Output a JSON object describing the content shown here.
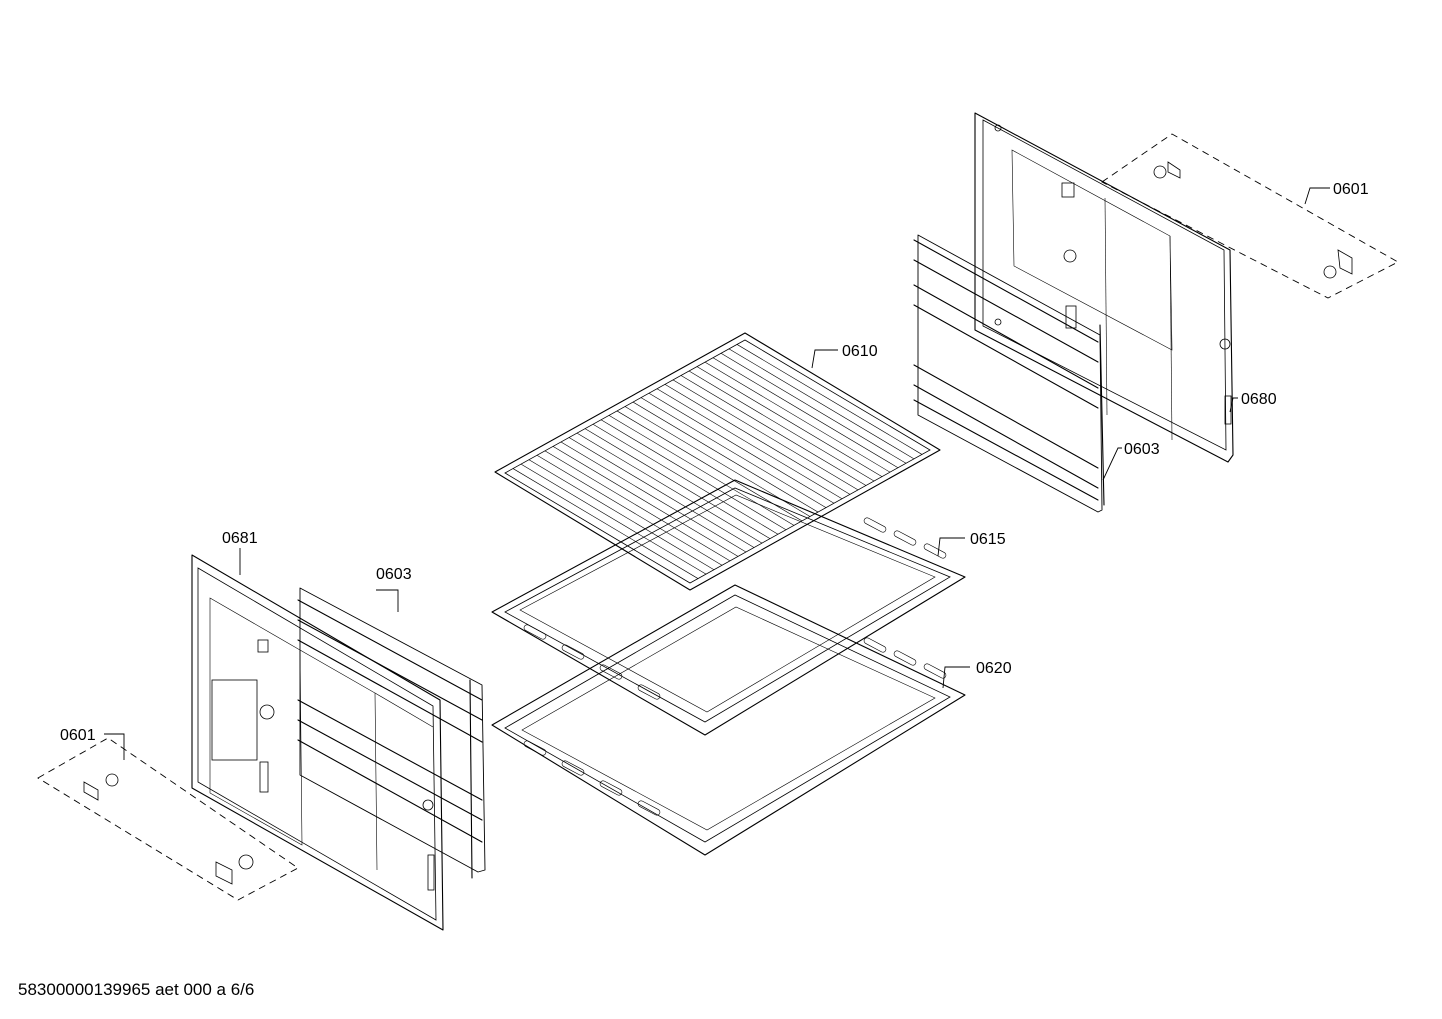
{
  "parts": [
    {
      "id": "rack",
      "label": "0610"
    },
    {
      "id": "tray-shallow",
      "label": "0615"
    },
    {
      "id": "tray-deep",
      "label": "0620"
    },
    {
      "id": "side-panel-right",
      "label": "0680"
    },
    {
      "id": "side-panel-left",
      "label": "0681"
    },
    {
      "id": "rail-right",
      "label": "0603"
    },
    {
      "id": "rail-left",
      "label": "0603"
    },
    {
      "id": "clips-right",
      "label": "0601"
    },
    {
      "id": "clips-left",
      "label": "0601"
    }
  ],
  "footer": "58300000139965 aet 000 a 6/6"
}
